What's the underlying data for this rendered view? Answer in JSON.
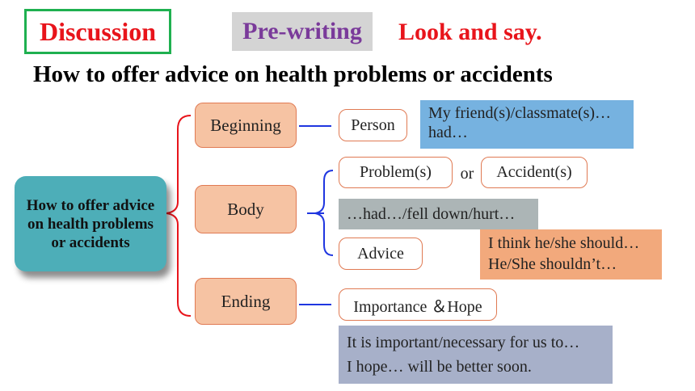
{
  "header": {
    "discussion": "Discussion",
    "prewriting": "Pre-writing",
    "look_say": "Look and say."
  },
  "subtitle": "How to offer advice on health problems or accidents",
  "main_node": "How to offer advice on health problems or accidents",
  "sections": {
    "beginning": "Beginning",
    "body": "Body",
    "ending": "Ending"
  },
  "items": {
    "person": "Person",
    "problems": "Problem(s)",
    "or": "or",
    "accidents": "Accident(s)",
    "advice": "Advice",
    "importance_hope": "Importance ＆Hope"
  },
  "notes": {
    "friend_line1": "My friend(s)/classmate(s)…",
    "friend_line2": "had…",
    "had_fell": "…had…/fell down/hurt…",
    "think_line1": "I think he/she should…",
    "think_line2": "He/She shouldn’t…",
    "important_line1": "It is important/necessary for us to…",
    "important_line2": "I hope… will be better soon."
  },
  "colors": {
    "title_red": "#e8141b",
    "tag_green_border": "#1fb050",
    "prewriting_purple": "#7a3a9a",
    "main_node_teal": "#4daeb8",
    "section_peach": "#f6c3a3",
    "brace_red": "#e8141b",
    "connector_blue": "#1f36e0"
  }
}
